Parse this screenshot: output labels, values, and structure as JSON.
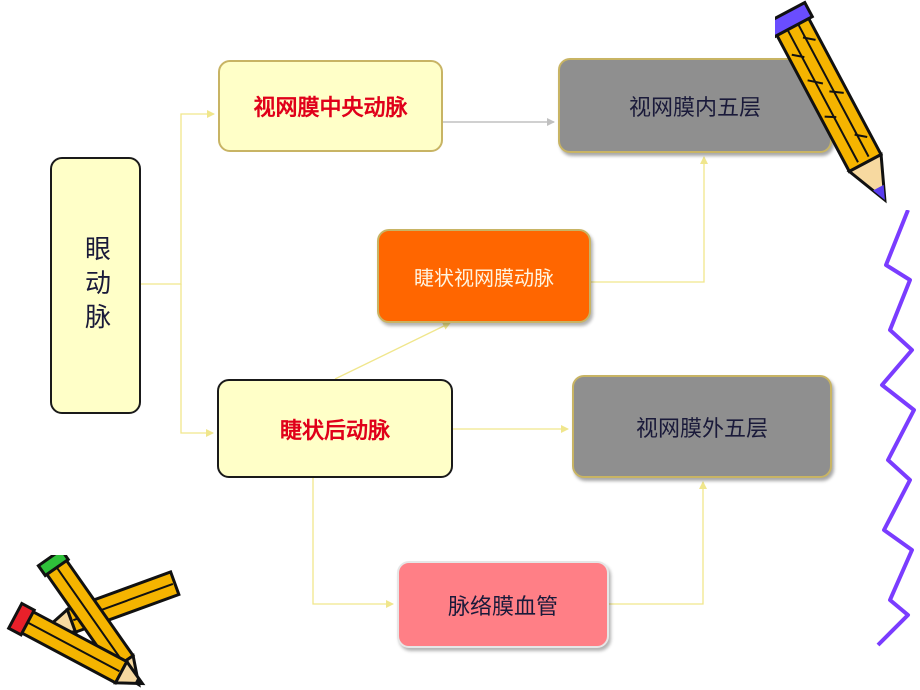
{
  "diagram": {
    "nodes": {
      "root": "眼动脉",
      "central": "视网膜中央动脉",
      "inner": "视网膜内五层",
      "cilioretinal": "睫状视网膜动脉",
      "posterior_ciliary": "睫状后动脉",
      "outer": "视网膜外五层",
      "choroid": "脉络膜血管"
    },
    "colors": {
      "connector": "#f0e68c",
      "red_text": "#e0001a",
      "gray_box": "#8f8f8f",
      "orange_box": "#ff6600",
      "pink_box": "#ff7f86",
      "yellow_box": "#ffffc8"
    }
  },
  "decorations": {
    "top_right": "pencil-icon",
    "bottom_left": "crossed-pencils-icon",
    "right_edge": "zigzag-line"
  }
}
